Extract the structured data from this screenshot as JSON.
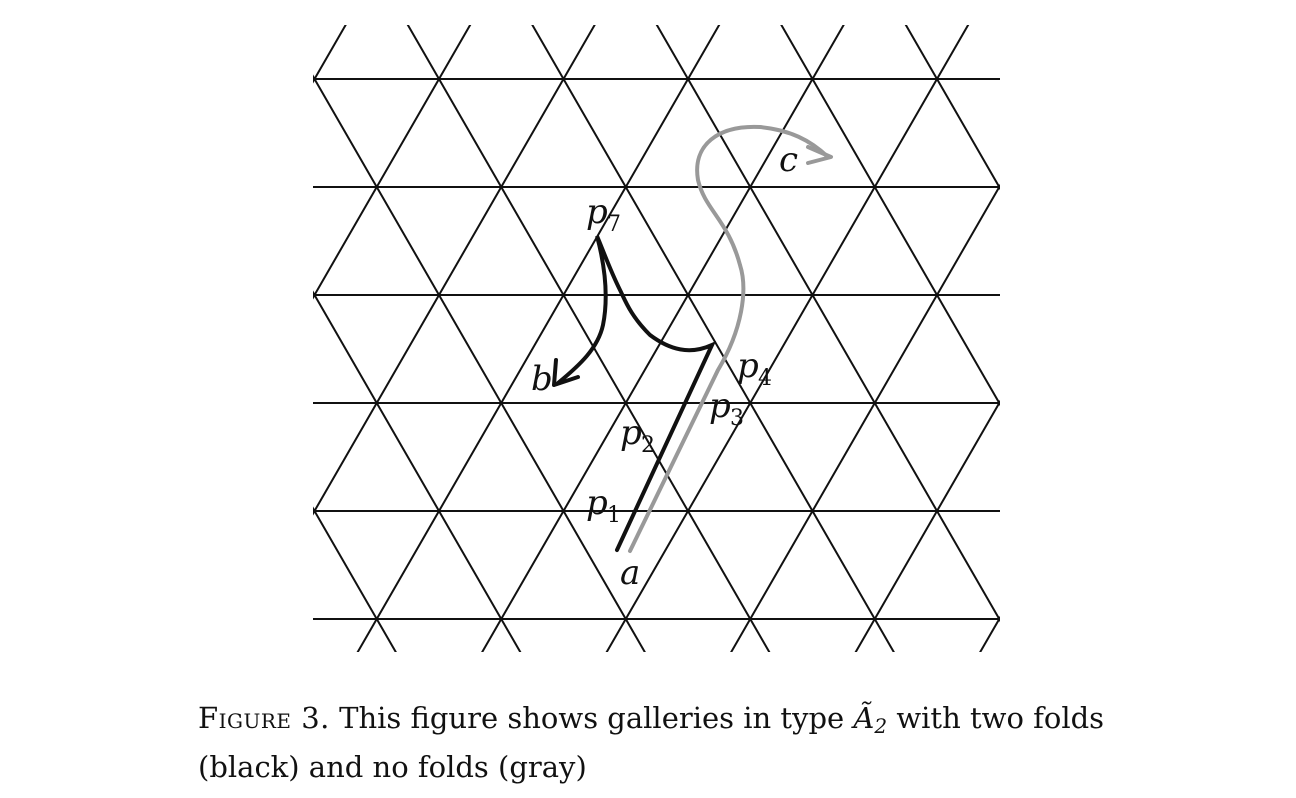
{
  "figure": {
    "grid": {
      "type": "triangular tessellation",
      "line_color": "#111111"
    },
    "galleries": [
      {
        "name": "two folds",
        "color": "#111111"
      },
      {
        "name": "no folds",
        "color": "#999999"
      }
    ],
    "labels": {
      "a": "a",
      "b": "b",
      "c": "c",
      "p1": {
        "base": "p",
        "sub": "1"
      },
      "p2": {
        "base": "p",
        "sub": "2"
      },
      "p3": {
        "base": "p",
        "sub": "3"
      },
      "p4": {
        "base": "p",
        "sub": "4"
      },
      "p7": {
        "base": "p",
        "sub": "7"
      }
    }
  },
  "caption": {
    "figure_word": "Figure 3.",
    "text_before": "This figure shows galleries in type",
    "symbol": "Ã",
    "symbol_sub": "2",
    "text_after": "with two folds (black) and no folds (gray)"
  }
}
